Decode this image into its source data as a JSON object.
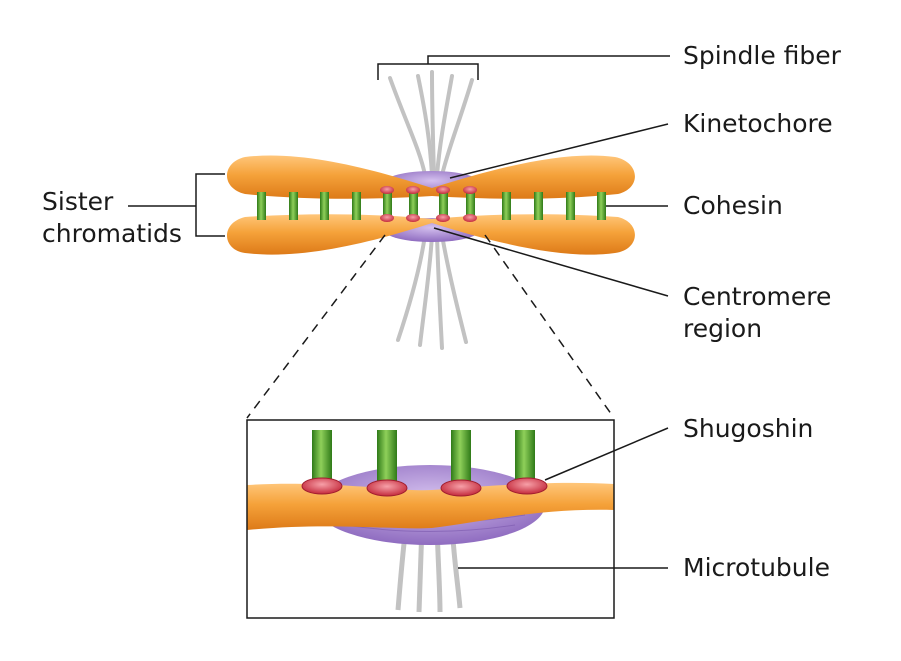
{
  "labels": {
    "spindle_fiber": "Spindle fiber",
    "kinetochore": "Kinetochore",
    "cohesin": "Cohesin",
    "sister_chromatids_line1": "Sister",
    "sister_chromatids_line2": "chromatids",
    "centromere_line1": "Centromere",
    "centromere_line2": "region",
    "shugoshin": "Shugoshin",
    "microtubule": "Microtubule"
  },
  "colors": {
    "chromatid": "#f5a23a",
    "chromatid_dark": "#e07d1b",
    "cohesin": "#4c9a2a",
    "kinetochore": "#a98bd0",
    "shugoshin": "#d83a4a",
    "spindle": "#bdbdbd"
  }
}
